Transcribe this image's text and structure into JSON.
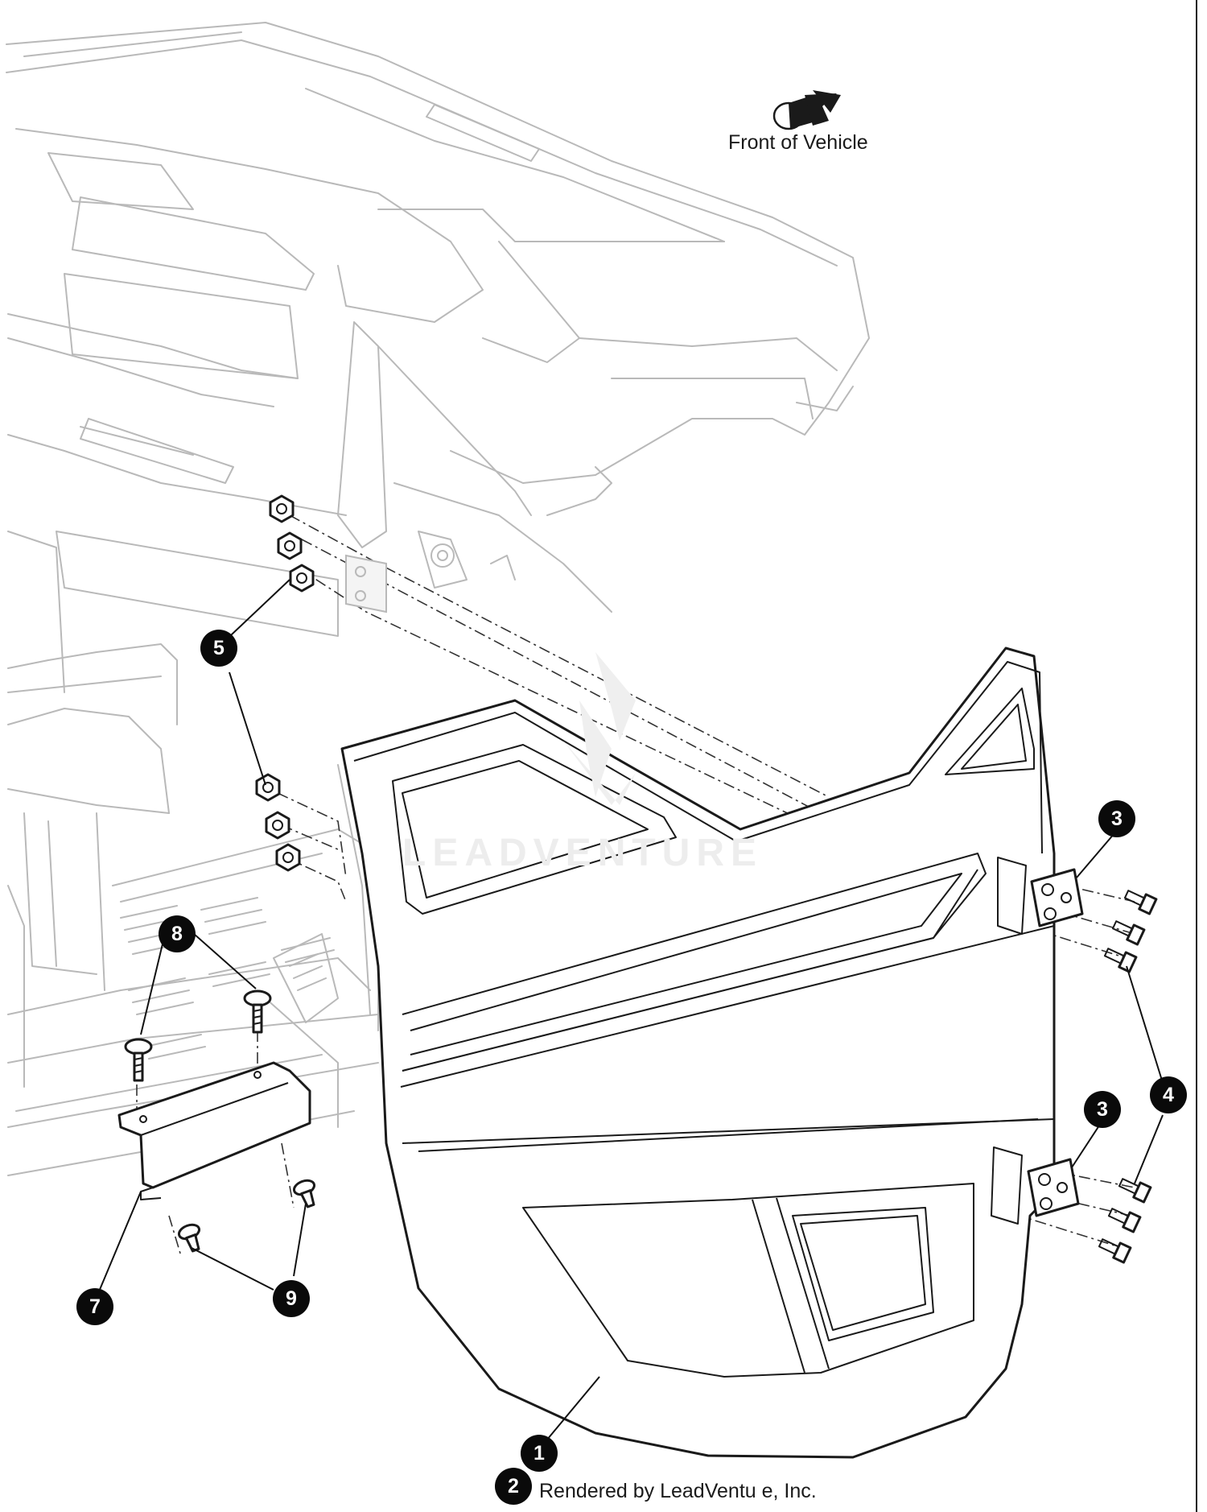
{
  "orientation_label": "Front of Vehicle",
  "watermark": "LEADVENTURE",
  "credit": "Rendered by LeadVentu  e, Inc.",
  "callouts": [
    "1",
    "2",
    "3",
    "3",
    "4",
    "5",
    "7",
    "8",
    "9"
  ],
  "icons": {
    "orientation": "arrow-icon",
    "watermark_logo": "leadventure-logo-icon"
  }
}
